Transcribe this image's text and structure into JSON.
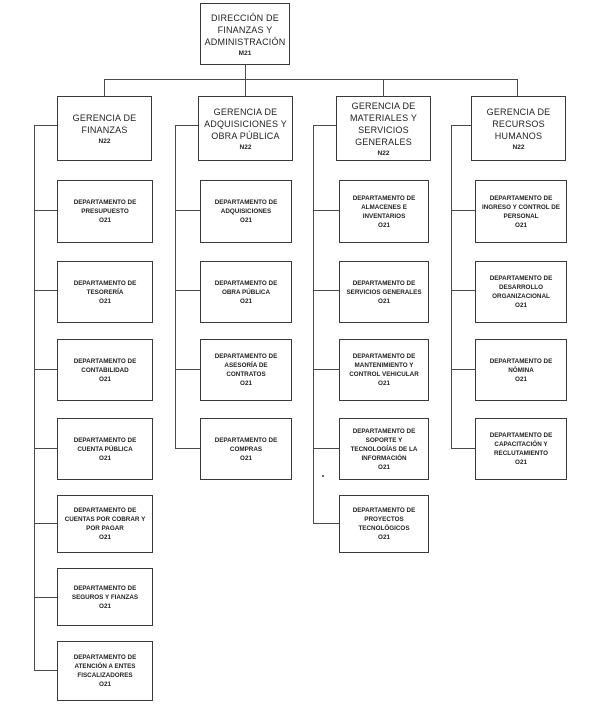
{
  "top": {
    "name": "DIRECCIÓN DE FINANZAS Y ADMINISTRACIÓN",
    "code": "M21"
  },
  "gerencias": [
    {
      "name": "GERENCIA DE FINANZAS",
      "code": "N22",
      "departamentos": [
        {
          "name": "DEPARTAMENTO DE PRESUPUESTO",
          "code": "O21"
        },
        {
          "name": "DEPARTAMENTO DE TESORERÍA",
          "code": "O21"
        },
        {
          "name": "DEPARTAMENTO DE CONTABILIDAD",
          "code": "O21"
        },
        {
          "name": "DEPARTAMENTO DE CUENTA PÚBLICA",
          "code": "O21"
        },
        {
          "name": "DEPARTAMENTO DE CUENTAS POR COBRAR Y POR PAGAR",
          "code": "O21"
        },
        {
          "name": "DEPARTAMENTO DE SEGUROS Y FIANZAS",
          "code": "O21"
        },
        {
          "name": "DEPARTAMENTO DE ATENCIÓN A ENTES FISCALIZADORES",
          "code": "O21"
        }
      ]
    },
    {
      "name": "GERENCIA DE ADQUISICIONES Y OBRA PÚBLICA",
      "code": "N22",
      "departamentos": [
        {
          "name": "DEPARTAMENTO DE ADQUISICIONES",
          "code": "O21"
        },
        {
          "name": "DEPARTAMENTO DE OBRA PÚBLICA",
          "code": "O21"
        },
        {
          "name": "DEPARTAMENTO DE ASESORÍA DE CONTRATOS",
          "code": "O21"
        },
        {
          "name": "DEPARTAMENTO DE COMPRAS",
          "code": "O21"
        }
      ]
    },
    {
      "name": "GERENCIA DE MATERIALES Y SERVICIOS GENERALES",
      "code": "N22",
      "departamentos": [
        {
          "name": "DEPARTAMENTO DE ALMACENES E INVENTARIOS",
          "code": "O21"
        },
        {
          "name": "DEPARTAMENTO DE SERVICIOS GENERALES",
          "code": "O21"
        },
        {
          "name": "DEPARTAMENTO DE MANTENIMIENTO Y CONTROL VEHICULAR",
          "code": "O21"
        },
        {
          "name": "DEPARTAMENTO DE SOPORTE Y TECNOLOGÍAS DE LA INFORMACIÓN",
          "code": "O21"
        },
        {
          "name": "DEPARTAMENTO DE PROYECTOS TECNOLÓGICOS",
          "code": "O21"
        }
      ]
    },
    {
      "name": "GERENCIA DE RECURSOS HUMANOS",
      "code": "N22",
      "departamentos": [
        {
          "name": "DEPARTAMENTO DE INGRESO Y CONTROL DE PERSONAL",
          "code": "O21"
        },
        {
          "name": "DEPARTAMENTO DE DESARROLLO ORGANIZACIONAL",
          "code": "O21"
        },
        {
          "name": "DEPARTAMENTO DE NÓMINA",
          "code": "O21"
        },
        {
          "name": "DEPARTAMENTO DE CAPACITACIÓN Y RECLUTAMIENTO",
          "code": "O21"
        }
      ]
    }
  ]
}
